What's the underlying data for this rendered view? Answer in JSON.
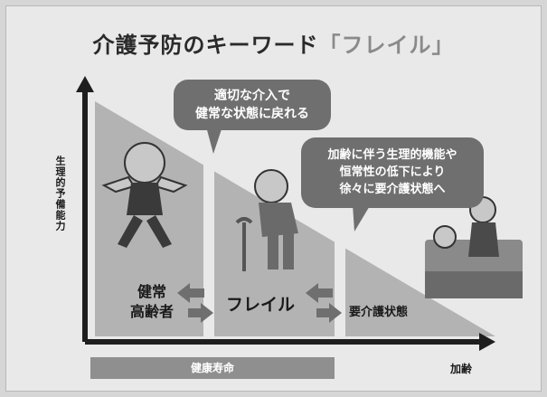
{
  "title": {
    "main": "介護予防のキーワード",
    "keyword": "「フレイル」"
  },
  "axes": {
    "y_label": "生理的予備能力",
    "x_label": "加齢"
  },
  "bubbles": {
    "intervention": [
      "適切な介入で",
      "健常な状態に戻れる"
    ],
    "aging": [
      "加齢に伴う生理的機能や",
      "恒常性の低下により",
      "徐々に要介護状態へ"
    ]
  },
  "stages": {
    "healthy_line1": "健常",
    "healthy_line2": "高齢者",
    "frailty": "フレイル",
    "care_needed": "要介護状態"
  },
  "healthy_lifespan": "健康寿命",
  "colors": {
    "background": "#e9e9e9",
    "triangle": "#b3b3b3",
    "bubble": "#6f6f6f",
    "axis": "#1e1e1e"
  }
}
